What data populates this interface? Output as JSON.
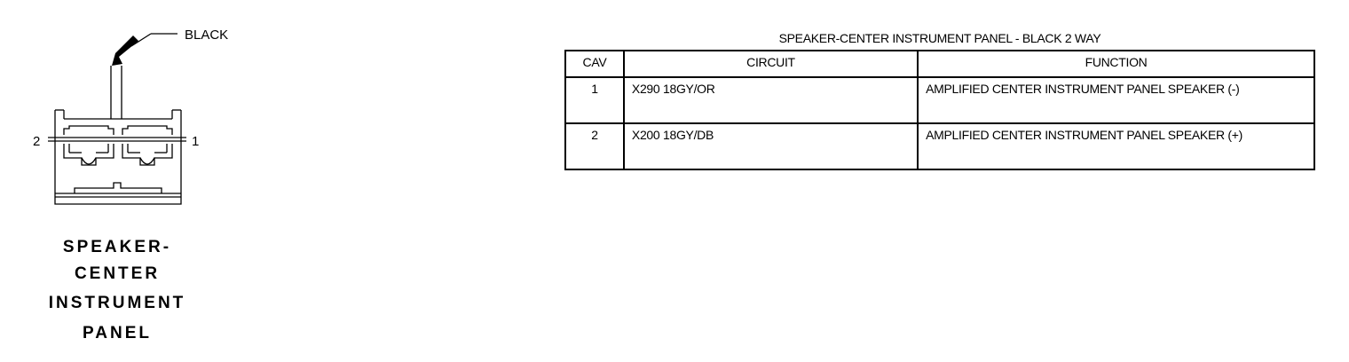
{
  "connector": {
    "wire_label": "BLACK",
    "pin_left_label": "2",
    "pin_right_label": "1",
    "name_lines": [
      "SPEAKER-",
      "CENTER",
      "INSTRUMENT",
      "PANEL"
    ]
  },
  "table": {
    "title": "SPEAKER-CENTER INSTRUMENT PANEL - BLACK 2 WAY",
    "headers": {
      "cav": "CAV",
      "circuit": "CIRCUIT",
      "function": "FUNCTION"
    },
    "rows": [
      {
        "cav": "1",
        "circuit": "X290 18GY/OR",
        "function": "AMPLIFIED CENTER INSTRUMENT PANEL SPEAKER (-)"
      },
      {
        "cav": "2",
        "circuit": "X200 18GY/DB",
        "function": "AMPLIFIED CENTER INSTRUMENT PANEL SPEAKER (+)"
      }
    ]
  }
}
